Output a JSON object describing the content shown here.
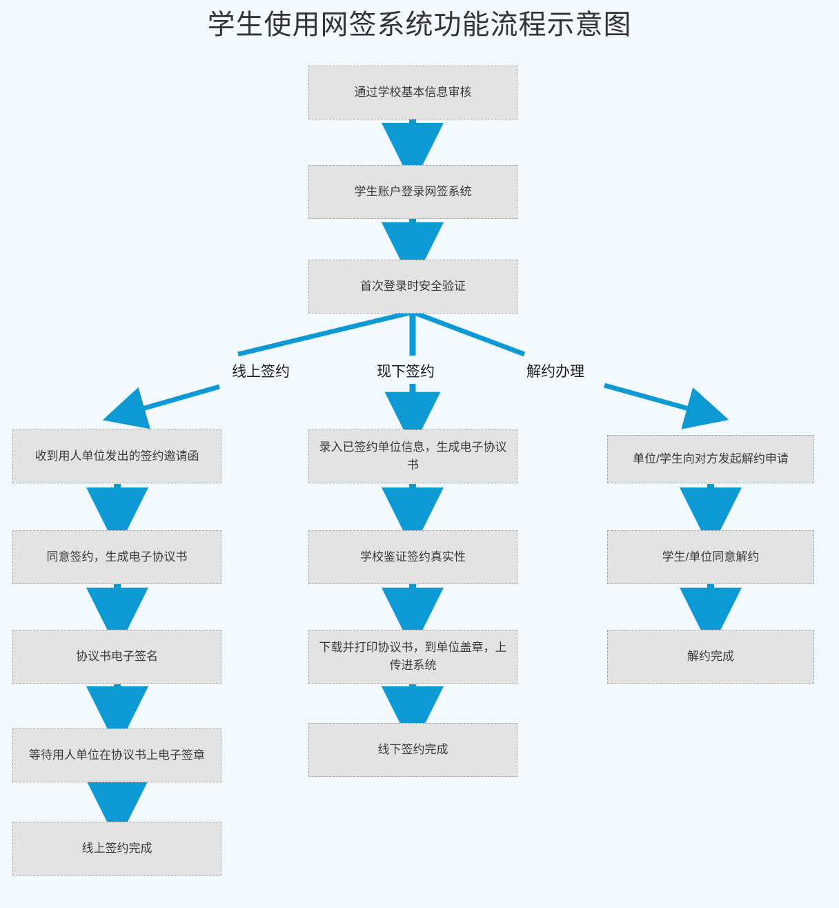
{
  "title": "学生使用网签系统功能流程示意图",
  "colors": {
    "background": "#f2faff",
    "node_fill": "#e3e3e3",
    "node_border": "#a6a6a6",
    "arrow": "#0d9ad4",
    "text": "#3a3a3a",
    "title_text": "#333333"
  },
  "chart_data": {
    "type": "diagram",
    "diagram_kind": "flowchart",
    "title": "学生使用网签系统功能流程示意图",
    "nodes": [
      {
        "id": "n1",
        "label": "通过学校基本信息审核",
        "column": "trunk",
        "order": 1
      },
      {
        "id": "n2",
        "label": "学生账户登录网签系统",
        "column": "trunk",
        "order": 2
      },
      {
        "id": "n3",
        "label": "首次登录时安全验证",
        "column": "trunk",
        "order": 3
      },
      {
        "id": "L1",
        "label": "收到用人单位发出的签约邀请函",
        "column": "left",
        "order": 1
      },
      {
        "id": "L2",
        "label": "同意签约，生成电子协议书",
        "column": "left",
        "order": 2
      },
      {
        "id": "L3",
        "label": "协议书电子签名",
        "column": "left",
        "order": 3
      },
      {
        "id": "L4",
        "label": "等待用人单位在协议书上电子签章",
        "column": "left",
        "order": 4
      },
      {
        "id": "L5",
        "label": "线上签约完成",
        "column": "left",
        "order": 5
      },
      {
        "id": "M1",
        "label": "录入已签约单位信息，生成电子协议书",
        "column": "middle",
        "order": 1
      },
      {
        "id": "M2",
        "label": "学校鉴证签约真实性",
        "column": "middle",
        "order": 2
      },
      {
        "id": "M3",
        "label": "下载并打印协议书，到单位盖章，上传进系统",
        "column": "middle",
        "order": 3
      },
      {
        "id": "M4",
        "label": "线下签约完成",
        "column": "middle",
        "order": 4
      },
      {
        "id": "R1",
        "label": "单位/学生向对方发起解约申请",
        "column": "right",
        "order": 1
      },
      {
        "id": "R2",
        "label": "学生/单位同意解约",
        "column": "right",
        "order": 2
      },
      {
        "id": "R3",
        "label": "解约完成",
        "column": "right",
        "order": 3
      }
    ],
    "branch_labels": [
      {
        "id": "b-left",
        "label": "线上签约"
      },
      {
        "id": "b-middle",
        "label": "现下签约"
      },
      {
        "id": "b-right",
        "label": "解约办理"
      }
    ],
    "edges": [
      {
        "from": "n1",
        "to": "n2",
        "label": ""
      },
      {
        "from": "n2",
        "to": "n3",
        "label": ""
      },
      {
        "from": "n3",
        "to": "L1",
        "label": "线上签约"
      },
      {
        "from": "n3",
        "to": "M1",
        "label": "现下签约"
      },
      {
        "from": "n3",
        "to": "R1",
        "label": "解约办理"
      },
      {
        "from": "L1",
        "to": "L2",
        "label": ""
      },
      {
        "from": "L2",
        "to": "L3",
        "label": ""
      },
      {
        "from": "L3",
        "to": "L4",
        "label": ""
      },
      {
        "from": "L4",
        "to": "L5",
        "label": ""
      },
      {
        "from": "M1",
        "to": "M2",
        "label": ""
      },
      {
        "from": "M2",
        "to": "M3",
        "label": ""
      },
      {
        "from": "M3",
        "to": "M4",
        "label": ""
      },
      {
        "from": "R1",
        "to": "R2",
        "label": ""
      },
      {
        "from": "R2",
        "to": "R3",
        "label": ""
      }
    ]
  }
}
